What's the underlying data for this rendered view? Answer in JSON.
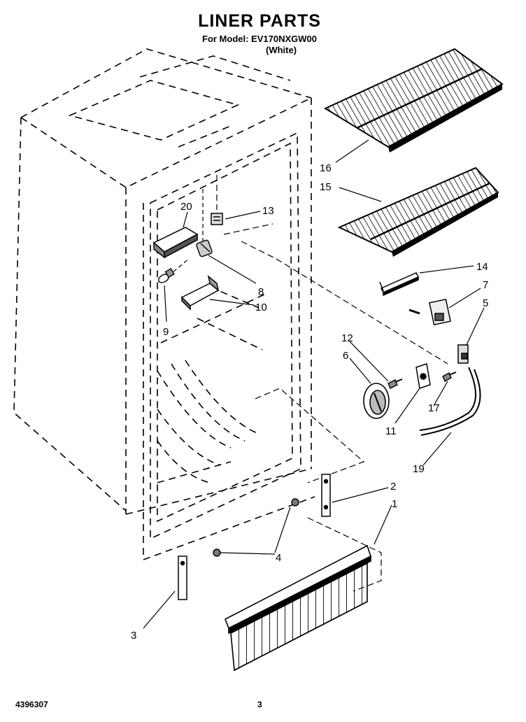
{
  "header": {
    "title": "LINER PARTS",
    "model_line": "For Model: EV170NXGW00",
    "color_line": "(White)"
  },
  "callouts": [
    "1",
    "2",
    "3",
    "4",
    "5",
    "6",
    "7",
    "8",
    "9",
    "10",
    "11",
    "12",
    "13",
    "14",
    "15",
    "16",
    "17",
    "19",
    "20"
  ],
  "footer": {
    "doc_number": "4396307",
    "page_number": "3"
  }
}
